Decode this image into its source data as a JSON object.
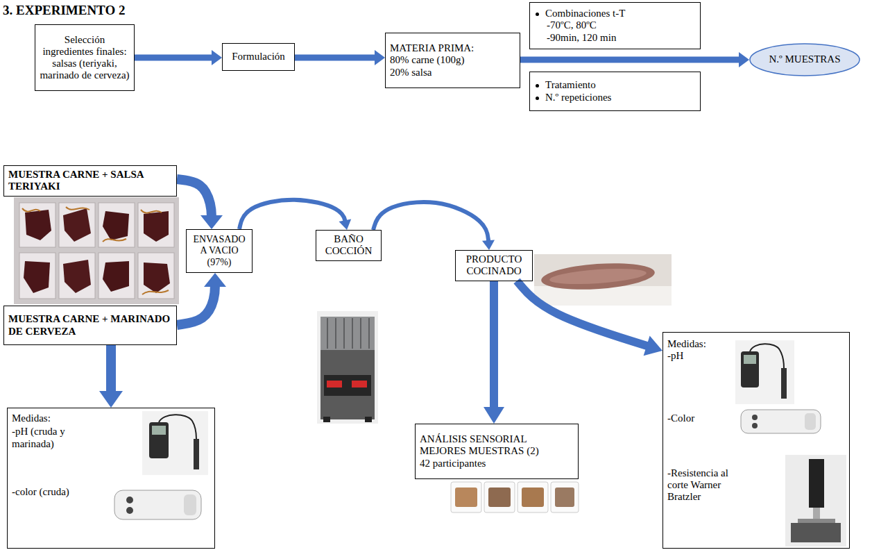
{
  "diagram": {
    "title": "3. EXPERIMENTO 2",
    "nodes": [
      {
        "text": [
          "Selección ingredientes finales: salsas (teriyaki, marinado de cerveza)"
        ]
      },
      {
        "text": [
          "Formulación"
        ]
      },
      {
        "text": [
          "MATERIA PRIMA:",
          "80% carne (100g)",
          "20% salsa"
        ]
      },
      {
        "text": [
          "Combinaciones t-T",
          "-70ºC, 80ºC",
          "-90min, 120 min"
        ]
      },
      {
        "text": [
          "Tratamiento",
          "N.º repeticiones"
        ]
      },
      {
        "text": [
          "N.º MUESTRAS"
        ]
      },
      {
        "text": [
          "MUESTRA CARNE + SALSA TERIYAKI"
        ]
      },
      {
        "text": [
          "MUESTRA CARNE + MARINADO DE CERVEZA"
        ]
      },
      {
        "text": [
          "ENVASADO A VACIO (97%)"
        ]
      },
      {
        "text": [
          "BAÑO COCCIÓN"
        ]
      },
      {
        "text": [
          "PRODUCTO COCINADO"
        ]
      },
      {
        "text": [
          "Medidas:",
          "-pH (cruda y marinada)",
          "-color (cruda)"
        ]
      },
      {
        "text": [
          "ANÁLISIS SENSORIAL MEJORES MUESTRAS (2)",
          "42 participantes"
        ]
      },
      {
        "text": [
          "Medidas:",
          "-pH",
          "-Color",
          "-Resistencia al corte Warner Bratzler"
        ]
      }
    ],
    "edges": [
      {
        "from": 0,
        "to": 1,
        "arrow": "to"
      },
      {
        "from": 1,
        "to": 2,
        "arrow": "to"
      },
      {
        "from": 2,
        "to": 5,
        "arrow": "to"
      },
      {
        "from": 6,
        "to": 8,
        "arrow": "to"
      },
      {
        "from": 7,
        "to": 8,
        "arrow": "to"
      },
      {
        "from": 8,
        "to": 9,
        "arrow": "to"
      },
      {
        "from": 9,
        "to": 10,
        "arrow": "to"
      },
      {
        "from": 10,
        "to": 12,
        "arrow": "to"
      },
      {
        "from": 10,
        "to": 13,
        "arrow": "to"
      },
      {
        "from": 7,
        "to": 11,
        "arrow": "to"
      }
    ]
  }
}
